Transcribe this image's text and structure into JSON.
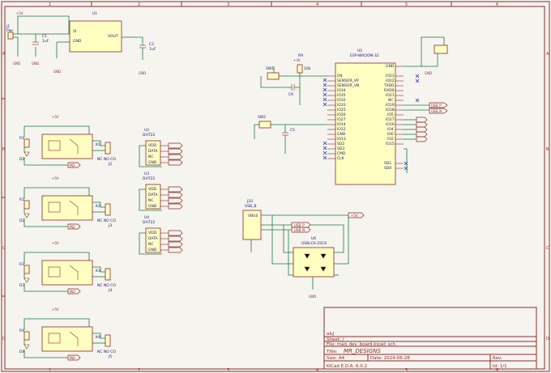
{
  "sheet": {
    "column_labels": [
      "1",
      "2",
      "3",
      "4",
      "5",
      "6"
    ],
    "row_labels": [
      "A",
      "B",
      "C",
      "D"
    ]
  },
  "power_supply": {
    "vin_label": "+5V",
    "jack_ref": "J1",
    "jack_name": "Pwr",
    "c1_ref": "C1",
    "c1_val": "1uF",
    "reg_ref": "U1",
    "reg_in": "VI",
    "reg_out": "VOUT",
    "reg_gnd": "GND",
    "c2_ref": "C2",
    "c2_val": "1uF",
    "gnd1": "GND",
    "gnd2": "GND",
    "gnd3": "GND",
    "gnd4": "GND"
  },
  "esp": {
    "ref": "U5",
    "value": "ESP-WROOM-32",
    "res_ref": "R9",
    "res_val": "10k",
    "vcc": "+3V",
    "cap_ref": "C6",
    "en_btn": "SW1",
    "boot_btn": "SW2",
    "cap2_ref": "C5",
    "left_pins": [
      "EN",
      "SENSOR_VP",
      "SENSOR_VN",
      "IO34",
      "IO35",
      "IO32",
      "IO33",
      "IO25",
      "IO26",
      "IO27",
      "IO14",
      "IO12",
      "GND",
      "IO13",
      "SD2",
      "SD3",
      "CMD",
      "CLK"
    ],
    "right_pins": [
      "GND",
      "IO23",
      "IO22",
      "TXD0",
      "RXD0",
      "IO21",
      "NC",
      "IO19",
      "IO18",
      "IO5",
      "IO17",
      "IO16",
      "IO4",
      "IO0",
      "IO2",
      "IO15",
      "SD1",
      "SD0"
    ],
    "net_usb_p": "USB_P",
    "net_usb_n": "USB_N",
    "bottom_label": "GND"
  },
  "relays": [
    {
      "ref": "K1",
      "conn": "J2",
      "contacts": "NC NO CO",
      "pwr": "+5V",
      "r": "R1",
      "d": "D1",
      "net": "IN1"
    },
    {
      "ref": "K2",
      "conn": "J3",
      "contacts": "NC NO CO",
      "pwr": "+5V",
      "r": "R2",
      "d": "D2",
      "net": "IN2"
    },
    {
      "ref": "K3",
      "conn": "J4",
      "contacts": "NC NO CO",
      "pwr": "+5V",
      "r": "R3",
      "d": "D3",
      "net": "IN3"
    },
    {
      "ref": "K4",
      "conn": "J5",
      "contacts": "NC NO CO",
      "pwr": "+5V",
      "r": "R4",
      "d": "D4",
      "net": "IN4"
    }
  ],
  "sensors": [
    {
      "ref": "U2",
      "value": "DHT22",
      "pins": [
        "VDD",
        "DATA",
        "NC",
        "GND"
      ]
    },
    {
      "ref": "U3",
      "value": "DHT22",
      "pins": [
        "VDD",
        "DATA",
        "NC",
        "GND"
      ]
    },
    {
      "ref": "U4",
      "value": "DHT22",
      "pins": [
        "VDD",
        "DATA",
        "NC",
        "GND"
      ]
    }
  ],
  "usb": {
    "conn_ref": "J10",
    "conn_val": "USB_B",
    "vbus": "VBUS",
    "pwr": "+5V",
    "usb_p": "USB_P",
    "usb_n": "USB_N",
    "chip_ref": "U6",
    "chip_val": "USBLC6-2SC6",
    "gnd": "GND"
  },
  "title_block": {
    "sheet_name": "Sheet: /",
    "file": "File: mag_dev_board.kicad_sch",
    "title_label": "Title:",
    "title": "MR_DESIGNS",
    "size_label": "Size: A4",
    "date_label": "Date: 2024-06-28",
    "rev_label": "Rev:",
    "kicad": "KiCad E.D.A. 6.0.2",
    "id_label": "Id: 1/1",
    "header_left": "a&J"
  }
}
